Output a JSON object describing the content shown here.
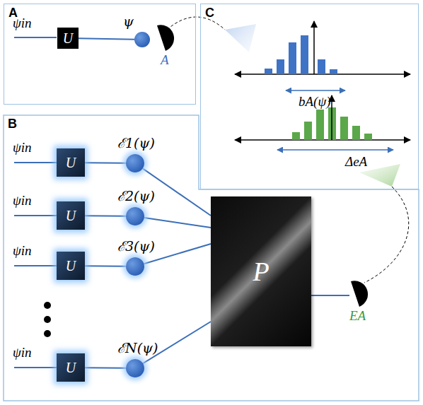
{
  "diagram": {
    "nodes": [
      {
        "text": [
          "A"
        ]
      },
      {
        "text": [
          "U"
        ],
        "in": 0
      },
      {
        "text": [
          "ψ"
        ],
        "in": 0
      },
      {
        "text": [
          "C"
        ]
      },
      {
        "text": [
          "B"
        ]
      },
      {
        "text": [
          "U"
        ],
        "in": 4
      },
      {
        "text": [
          "ℰ1(ψ)"
        ],
        "in": 4
      },
      {
        "text": [
          "U"
        ],
        "in": 4
      },
      {
        "text": [
          "ℰ2(ψ)"
        ],
        "in": 4
      },
      {
        "text": [
          "U"
        ],
        "in": 4
      },
      {
        "text": [
          "ℰ3(ψ)"
        ],
        "in": 4
      },
      {
        "text": [
          "U"
        ],
        "in": 4
      },
      {
        "text": [
          "ℰN(ψ)"
        ],
        "in": 4
      },
      {
        "text": [
          "P"
        ],
        "in": 4
      }
    ],
    "edges": [
      {
        "from": 1,
        "to": 2,
        "arrow": "none"
      },
      {
        "from": 5,
        "to": 6,
        "arrow": "none"
      },
      {
        "from": 7,
        "to": 8,
        "arrow": "none"
      },
      {
        "from": 9,
        "to": 10,
        "arrow": "none"
      },
      {
        "from": 11,
        "to": 12,
        "arrow": "none"
      },
      {
        "from": 6,
        "to": 13,
        "arrow": "none"
      },
      {
        "from": 8,
        "to": 13,
        "arrow": "none"
      },
      {
        "from": 10,
        "to": 13,
        "arrow": "none"
      },
      {
        "from": 12,
        "to": 13,
        "arrow": "none"
      }
    ],
    "labels": [
      "ψin",
      "A",
      "ψin",
      "ψin",
      "ψin",
      "ψin",
      "EA",
      "bA(ψ)",
      "ΔeA"
    ]
  }
}
